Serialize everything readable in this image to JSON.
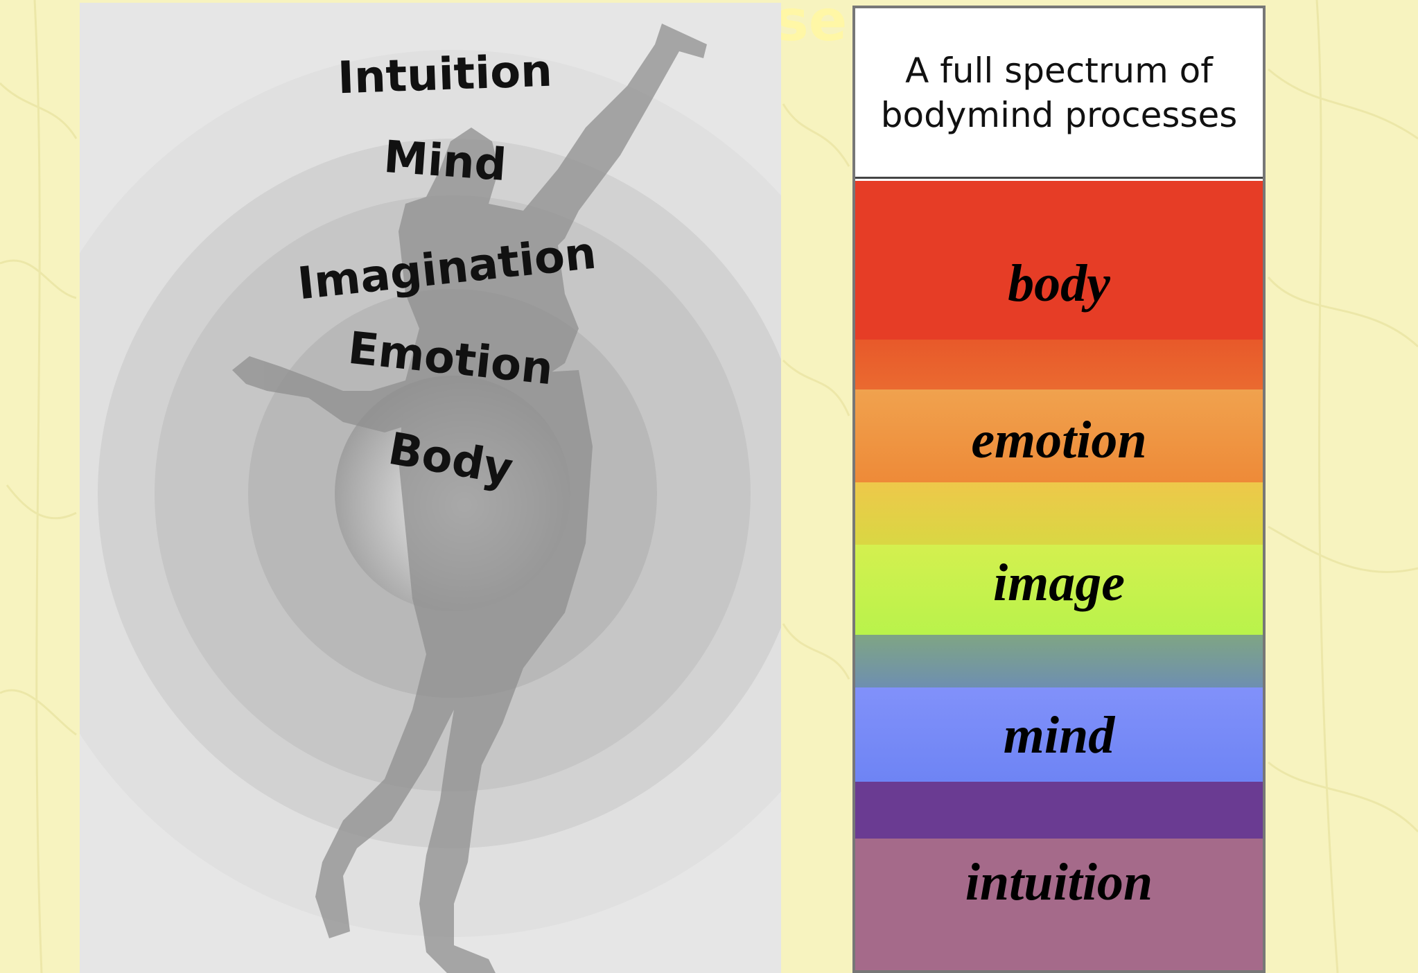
{
  "left_figure": {
    "ring_labels": [
      "Intuition",
      "Mind",
      "Imagination",
      "Emotion",
      "Body"
    ]
  },
  "background_fragment": "se",
  "spectrum": {
    "title": "A full spectrum of bodymind processes",
    "bands": [
      {
        "label": "body",
        "color": "#e63d26"
      },
      {
        "label": "emotion",
        "color": "#ef8c3c"
      },
      {
        "label": "image",
        "color": "#c6f24a"
      },
      {
        "label": "mind",
        "color": "#7487f6"
      },
      {
        "label": "intuition",
        "color": "#a56a8a"
      }
    ],
    "transition_colors": [
      "#e8612e",
      "#e6cc45",
      "#6e96a4",
      "#6a3b92"
    ]
  }
}
